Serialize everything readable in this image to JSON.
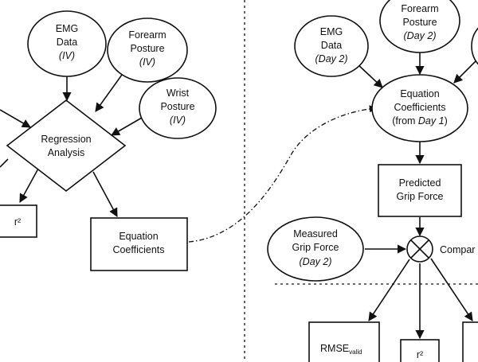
{
  "left": {
    "emg": {
      "line1": "EMG",
      "line2": "Data",
      "line3": "(IV)"
    },
    "forearm": {
      "line1": "Forearm",
      "line2": "Posture",
      "line3": "(IV)"
    },
    "wrist": {
      "line1": "Wrist",
      "line2": "Posture",
      "line3": "(IV)"
    },
    "regression": {
      "line1": "Regression",
      "line2": "Analysis"
    },
    "r2": "r²",
    "coefficients": {
      "line1": "Equation",
      "line2": "Coefficients"
    }
  },
  "right": {
    "emg": {
      "line1": "EMG",
      "line2": "Data",
      "line3": "Day 2"
    },
    "forearm": {
      "line1": "Forearm",
      "line2": "Posture",
      "line3": "Day 2"
    },
    "equation": {
      "line1": "Equation",
      "line2": "Coefficients",
      "line3_pre": "(from ",
      "line3_it": "Day 1",
      "line3_post": ")"
    },
    "predicted": {
      "line1": "Predicted",
      "line2": "Grip Force"
    },
    "measured": {
      "line1": "Measured",
      "line2": "Grip Force",
      "line3": "Day 2"
    },
    "compare_label": "Compar",
    "rmse": {
      "base": "RMSE",
      "sub": "valid"
    },
    "r2": "r²"
  }
}
